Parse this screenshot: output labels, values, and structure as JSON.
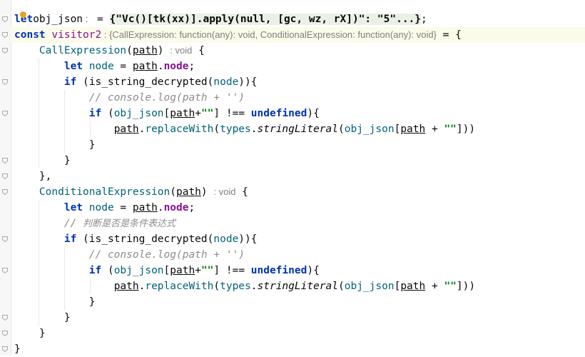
{
  "editor": {
    "lines": [
      {
        "id": "l1",
        "tokens": [
          [
            "kw",
            "let"
          ],
          [
            "",
            "obj_json"
          ],
          [
            "hint",
            " : "
          ],
          [
            "",
            ""
          ],
          [
            "",
            " = "
          ],
          [
            "fold-text",
            "{\"Vc()[tk(xx)].apply(null, [gc, wz, rX])\": \"5\"...}"
          ],
          [
            "",
            ";"
          ]
        ]
      },
      {
        "id": "l2",
        "tokens": [
          [
            "kw",
            "const"
          ],
          [
            "",
            " "
          ],
          [
            "var",
            "visitor2"
          ],
          [
            "hintbox",
            " : {CallExpression: function(any): void, ConditionalExpression: function(any): void}"
          ],
          [
            "",
            " = {"
          ]
        ]
      },
      {
        "id": "l3",
        "tokens": [
          [
            "",
            "    "
          ],
          [
            "teal",
            "CallExpression"
          ],
          [
            "",
            "("
          ],
          [
            "param",
            "path"
          ],
          [
            "",
            ") "
          ],
          [
            "hintbox",
            ": void"
          ],
          [
            "",
            " {"
          ]
        ]
      },
      {
        "id": "l4",
        "tokens": [
          [
            "",
            "        "
          ],
          [
            "kw",
            "let"
          ],
          [
            "",
            " "
          ],
          [
            "loc",
            "node"
          ],
          [
            "",
            " = "
          ],
          [
            "param",
            "path"
          ],
          [
            "",
            "."
          ],
          [
            "prop",
            "node"
          ],
          [
            "",
            ";"
          ]
        ]
      },
      {
        "id": "l5",
        "tokens": [
          [
            "",
            "        "
          ],
          [
            "kw",
            "if"
          ],
          [
            "",
            " (is_string_decrypted("
          ],
          [
            "loc",
            "node"
          ],
          [
            "",
            "))"
          ],
          [
            "",
            "{"
          ]
        ]
      },
      {
        "id": "l6",
        "tokens": [
          [
            "",
            "            "
          ],
          [
            "cmt",
            "// console.log(path + '')"
          ]
        ]
      },
      {
        "id": "l7",
        "tokens": [
          [
            "",
            "            "
          ],
          [
            "kw",
            "if"
          ],
          [
            "",
            " ("
          ],
          [
            "teal",
            "obj_json"
          ],
          [
            "",
            "["
          ],
          [
            "param",
            "path"
          ],
          [
            "",
            "+"
          ],
          [
            "str",
            "\"\""
          ],
          [
            "",
            "] !== "
          ],
          [
            "kw",
            "undefined"
          ],
          [
            "",
            "){"
          ]
        ]
      },
      {
        "id": "l8",
        "tokens": [
          [
            "",
            "                "
          ],
          [
            "param",
            "path"
          ],
          [
            "",
            "."
          ],
          [
            "teal",
            "replaceWith"
          ],
          [
            "",
            "("
          ],
          [
            "teal",
            "types"
          ],
          [
            "",
            "."
          ],
          [
            "italic",
            "stringLiteral"
          ],
          [
            "",
            "("
          ],
          [
            "teal",
            "obj_json"
          ],
          [
            "",
            "["
          ],
          [
            "param",
            "path"
          ],
          [
            "",
            " + "
          ],
          [
            "str",
            "\"\""
          ],
          [
            "",
            "]))"
          ]
        ]
      },
      {
        "id": "l9",
        "tokens": [
          [
            "",
            "            }"
          ]
        ]
      },
      {
        "id": "l10",
        "tokens": [
          [
            "",
            "        }"
          ]
        ]
      },
      {
        "id": "l11",
        "tokens": [
          [
            "",
            "    },"
          ]
        ]
      },
      {
        "id": "l12",
        "tokens": [
          [
            "",
            "    "
          ],
          [
            "teal",
            "ConditionalExpression"
          ],
          [
            "",
            "("
          ],
          [
            "param",
            "path"
          ],
          [
            "",
            ") "
          ],
          [
            "hintbox",
            ": void"
          ],
          [
            "",
            " {"
          ]
        ]
      },
      {
        "id": "l13",
        "tokens": [
          [
            "",
            "        "
          ],
          [
            "kw",
            "let"
          ],
          [
            "",
            " "
          ],
          [
            "loc",
            "node"
          ],
          [
            "",
            " = "
          ],
          [
            "param",
            "path"
          ],
          [
            "",
            "."
          ],
          [
            "prop",
            "node"
          ],
          [
            "",
            ";"
          ]
        ]
      },
      {
        "id": "l14",
        "tokens": [
          [
            "",
            "        "
          ],
          [
            "cmt",
            "// "
          ],
          [
            "cmtzh",
            "判断是否是条件表达式"
          ]
        ]
      },
      {
        "id": "l15",
        "tokens": [
          [
            "",
            "        "
          ],
          [
            "kw",
            "if"
          ],
          [
            "",
            " (is_string_decrypted("
          ],
          [
            "loc",
            "node"
          ],
          [
            "",
            "))"
          ],
          [
            "",
            "{"
          ]
        ]
      },
      {
        "id": "l16",
        "tokens": [
          [
            "",
            "            "
          ],
          [
            "cmt",
            "// console.log(path + '')"
          ]
        ]
      },
      {
        "id": "l17",
        "tokens": [
          [
            "",
            "            "
          ],
          [
            "kw",
            "if"
          ],
          [
            "",
            " ("
          ],
          [
            "teal",
            "obj_json"
          ],
          [
            "",
            "["
          ],
          [
            "param",
            "path"
          ],
          [
            "",
            "+"
          ],
          [
            "str",
            "\"\""
          ],
          [
            "",
            "] !== "
          ],
          [
            "kw",
            "undefined"
          ],
          [
            "",
            "){"
          ]
        ]
      },
      {
        "id": "l18",
        "tokens": [
          [
            "",
            "                "
          ],
          [
            "param",
            "path"
          ],
          [
            "",
            "."
          ],
          [
            "teal",
            "replaceWith"
          ],
          [
            "",
            "("
          ],
          [
            "teal",
            "types"
          ],
          [
            "",
            "."
          ],
          [
            "italic",
            "stringLiteral"
          ],
          [
            "",
            "("
          ],
          [
            "teal",
            "obj_json"
          ],
          [
            "",
            "["
          ],
          [
            "param",
            "path"
          ],
          [
            "",
            " + "
          ],
          [
            "str",
            "\"\""
          ],
          [
            "",
            "]))"
          ]
        ]
      },
      {
        "id": "l19",
        "tokens": [
          [
            "",
            "            }"
          ]
        ]
      },
      {
        "id": "l20",
        "tokens": [
          [
            "",
            "        }"
          ]
        ]
      },
      {
        "id": "l21",
        "tokens": [
          [
            "",
            "    }"
          ]
        ]
      },
      {
        "id": "l22",
        "tokens": [
          [
            "",
            "}"
          ]
        ]
      }
    ]
  }
}
